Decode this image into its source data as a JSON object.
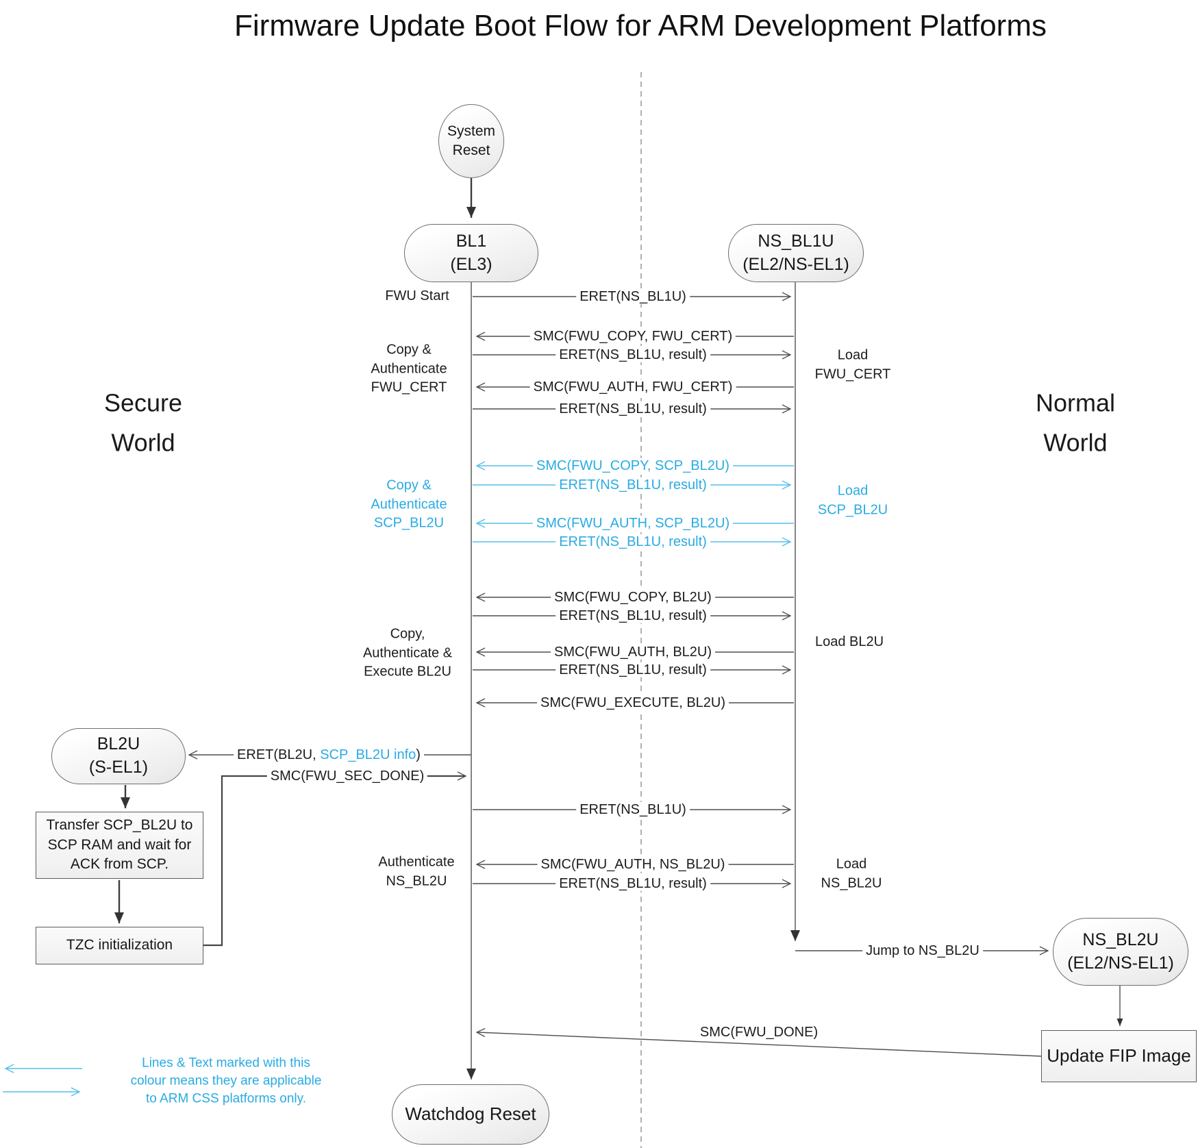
{
  "title": "Firmware Update Boot Flow for ARM Development Platforms",
  "worlds": {
    "secure": "Secure\nWorld",
    "normal": "Normal\nWorld"
  },
  "nodes": {
    "system_reset": "System\nReset",
    "bl1": "BL1\n(EL3)",
    "ns_bl1u": "NS_BL1U\n(EL2/NS-EL1)",
    "bl2u": "BL2U\n(S-EL1)",
    "transfer_scp": "Transfer SCP_BL2U to\nSCP RAM and wait for\nACK from SCP.",
    "tzc": "TZC initialization",
    "ns_bl2u": "NS_BL2U\n(EL2/NS-EL1)",
    "update_fip": "Update FIP Image",
    "watchdog": "Watchdog Reset"
  },
  "messages": {
    "eret_ns_bl1u": "ERET(NS_BL1U)",
    "eret_result": "ERET(NS_BL1U, result)",
    "smc_copy_fwu_cert": "SMC(FWU_COPY, FWU_CERT)",
    "smc_auth_fwu_cert": "SMC(FWU_AUTH, FWU_CERT)",
    "smc_copy_scp_bl2u": "SMC(FWU_COPY, SCP_BL2U)",
    "smc_auth_scp_bl2u": "SMC(FWU_AUTH, SCP_BL2U)",
    "smc_copy_bl2u": "SMC(FWU_COPY, BL2U)",
    "smc_auth_bl2u": "SMC(FWU_AUTH, BL2U)",
    "smc_execute_bl2u": "SMC(FWU_EXECUTE, BL2U)",
    "eret_bl2u_prefix": "ERET(BL2U, ",
    "eret_bl2u_scp_info": "SCP_BL2U info",
    "eret_bl2u_suffix": ")",
    "smc_sec_done": "SMC(FWU_SEC_DONE)",
    "smc_auth_ns_bl2u": "SMC(FWU_AUTH, NS_BL2U)",
    "jump_ns_bl2u": "Jump to NS_BL2U",
    "smc_fwu_done": "SMC(FWU_DONE)"
  },
  "side_labels": {
    "fwu_start": "FWU Start",
    "copy_auth_fwu_cert": "Copy &\nAuthenticate\nFWU_CERT",
    "load_fwu_cert": "Load\nFWU_CERT",
    "copy_auth_scp_bl2u": "Copy &\nAuthenticate\nSCP_BL2U",
    "load_scp_bl2u": "Load\nSCP_BL2U",
    "copy_auth_exec_bl2u": "Copy,\nAuthenticate &\nExecute BL2U",
    "load_bl2u": "Load BL2U",
    "auth_ns_bl2u": "Authenticate\nNS_BL2U",
    "load_ns_bl2u": "Load\nNS_BL2U"
  },
  "legend": {
    "text": "Lines & Text marked with this\ncolour means they are applicable\nto ARM CSS platforms only."
  },
  "colors": {
    "accent_text": "#29ABE2",
    "accent_line": "#55BEEB",
    "line": "#4F4F4F"
  }
}
